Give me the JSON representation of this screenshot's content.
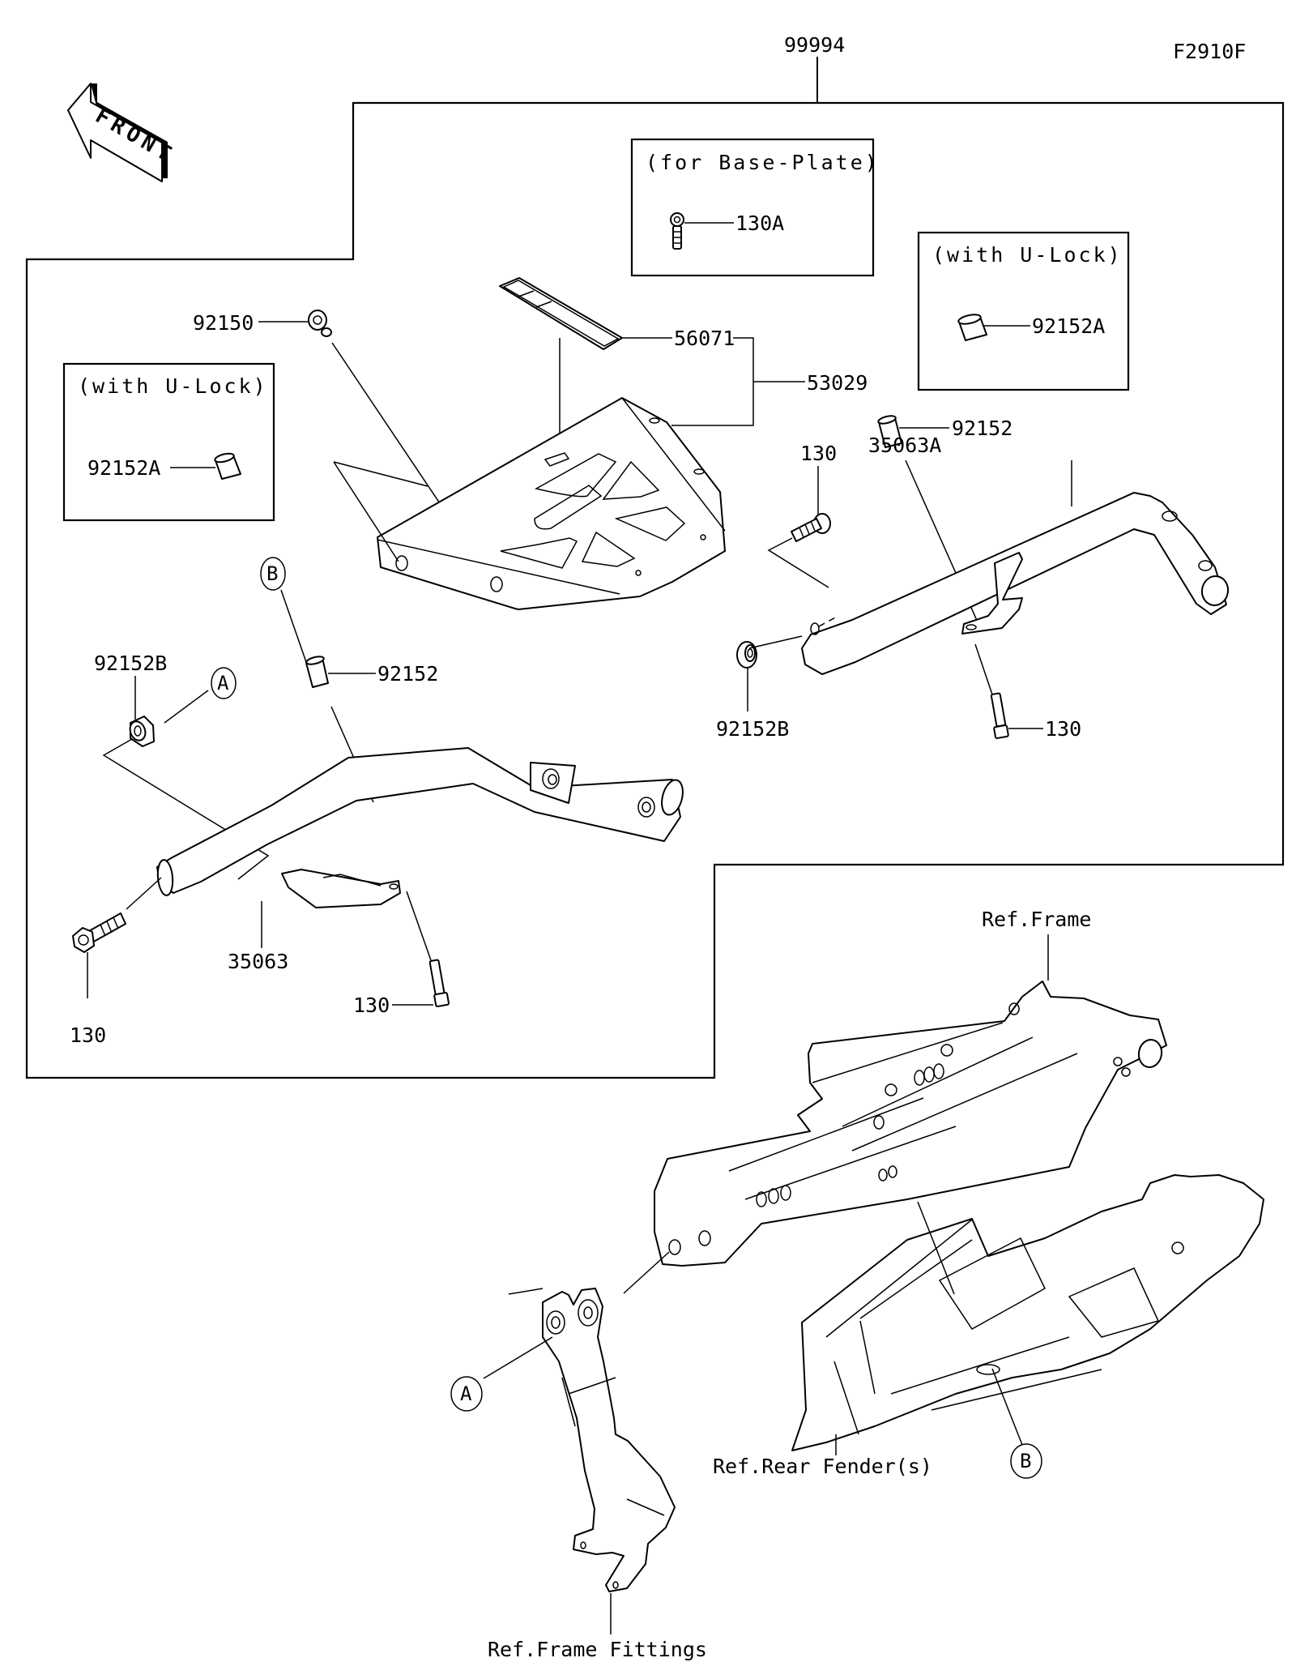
{
  "diagram": {
    "figure_code": "F2910F",
    "assembly_part_no": "99994",
    "front_indicator": "FRONT",
    "inset_notes": {
      "base_plate": "(for Base-Plate)",
      "u_lock_left": "(with U-Lock)",
      "u_lock_right": "(with U-Lock)"
    },
    "parts": {
      "bolt_base_plate": "130A",
      "collar_ulock_left": "92152A",
      "collar_ulock_right": "92152A",
      "screw": "92150",
      "decal": "56071",
      "carrier_plate": "53029",
      "bolt_right_top": "130",
      "collar_right": "92152",
      "rail_right": "35063A",
      "bushing_right": "92152B",
      "bolt_right_bottom": "130",
      "bushing_left": "92152B",
      "collar_left": "92152",
      "rail_left": "35063",
      "bolt_left_end": "130",
      "bolt_left_bottom": "130"
    },
    "callouts": {
      "a_top": "A",
      "b_top": "B",
      "a_bottom": "A",
      "b_bottom": "B"
    },
    "references": {
      "frame": "Ref.Frame",
      "rear_fender": "Ref.Rear Fender(s)",
      "frame_fittings": "Ref.Frame Fittings"
    }
  }
}
